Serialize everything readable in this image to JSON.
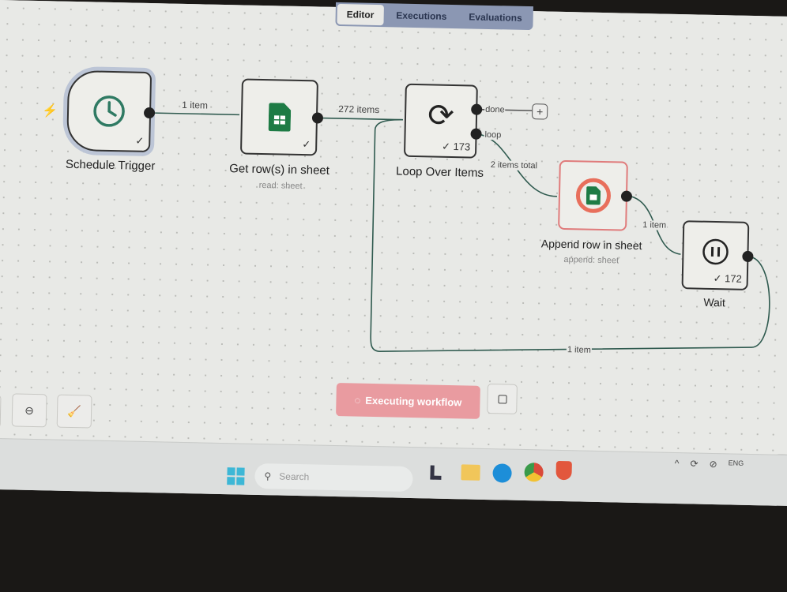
{
  "tabs": [
    {
      "label": "Editor",
      "active": true
    },
    {
      "label": "Executions"
    },
    {
      "label": "Evaluations"
    }
  ],
  "nodes": {
    "schedule": {
      "label": "Schedule Trigger"
    },
    "get_rows": {
      "label": "Get row(s) in sheet",
      "sub": "read: sheet"
    },
    "loop": {
      "label": "Loop Over Items",
      "count": "✓ 173",
      "out_done": "done",
      "out_loop": "loop"
    },
    "append": {
      "label": "Append row in sheet",
      "sub": "append: sheet"
    },
    "wait": {
      "label": "Wait",
      "count": "✓ 172"
    }
  },
  "edges": {
    "e1": "1 item",
    "e2": "272 items",
    "e3": "2 items total",
    "e4": "1 item",
    "e5": "1 item"
  },
  "toolbar": {
    "executing": "Executing workflow"
  },
  "taskbar": {
    "search_placeholder": "Search",
    "lang": "ENG"
  },
  "colors": {
    "error": "#e07b7b",
    "execute_btn": "#e99ba0",
    "sheets": "#1e7b45"
  }
}
